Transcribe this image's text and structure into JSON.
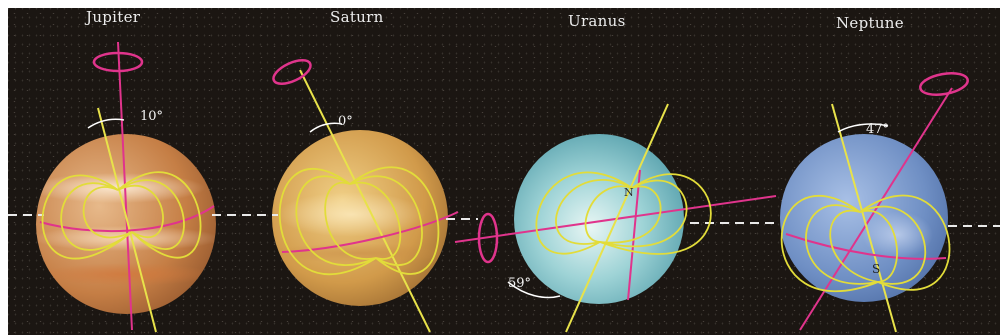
{
  "planets": [
    {
      "name": "Jupiter",
      "tilt_label": "10°"
    },
    {
      "name": "Saturn",
      "tilt_label": "0°"
    },
    {
      "name": "Uranus",
      "tilt_label": "59°"
    },
    {
      "name": "Neptune",
      "tilt_label": "47°"
    }
  ],
  "field_pole_labels": [
    "N",
    "S"
  ],
  "colors": {
    "background": "#1b1612",
    "field_lines": "#e2dc3a",
    "rotation_axis": "#e0348c",
    "magnetic_axis": "#e8e24a",
    "orbit_plane": "#e9e9e9",
    "jupiter": "#c98b4e",
    "saturn": "#d4a24c",
    "uranus": "#7fc0c8",
    "neptune": "#6f8fc4"
  }
}
